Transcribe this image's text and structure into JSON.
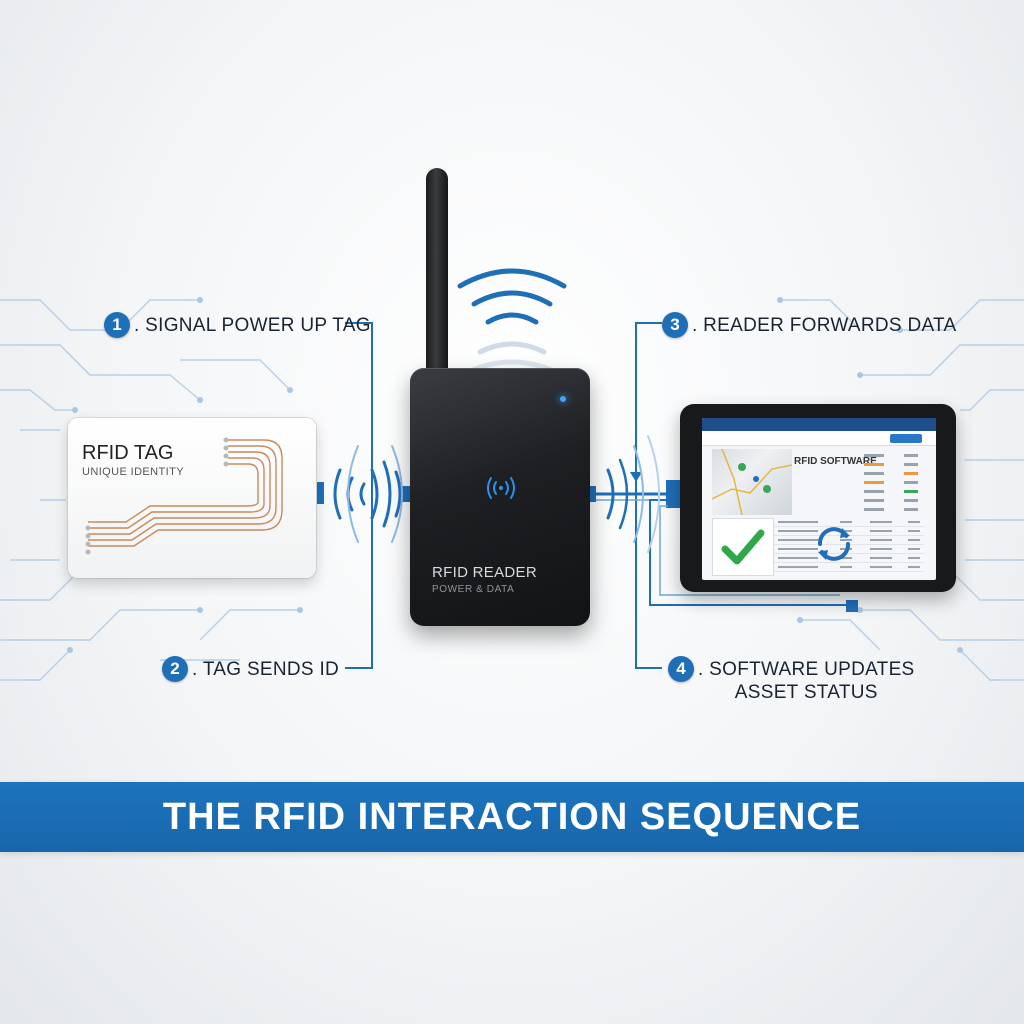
{
  "steps": [
    {
      "number": "1",
      "text": ". SIGNAL POWER UP TAG"
    },
    {
      "number": "2",
      "text": ". TAG SENDS ID"
    },
    {
      "number": "3",
      "text": ". READER FORWARDS DATA"
    },
    {
      "number": "4",
      "text_line1": ". SOFTWARE UPDATES",
      "text_line2": "ASSET STATUS"
    }
  ],
  "tag": {
    "title": "RFID TAG",
    "subtitle": "UNIQUE IDENTITY"
  },
  "reader": {
    "title": "RFID READER",
    "subtitle": "POWER & DATA"
  },
  "tablet": {
    "app_title": "RFID SOFTWARE"
  },
  "banner": {
    "title": "THE RFID INTERACTION SEQUENCE"
  },
  "colors": {
    "accent": "#1f6fb8",
    "banner": "#1a6db5",
    "copper": "#c98a5e",
    "check": "#2fa84a"
  },
  "icons": [
    "wireless-signal-icon",
    "nfc-icon",
    "checkmark-icon",
    "sync-icon"
  ]
}
